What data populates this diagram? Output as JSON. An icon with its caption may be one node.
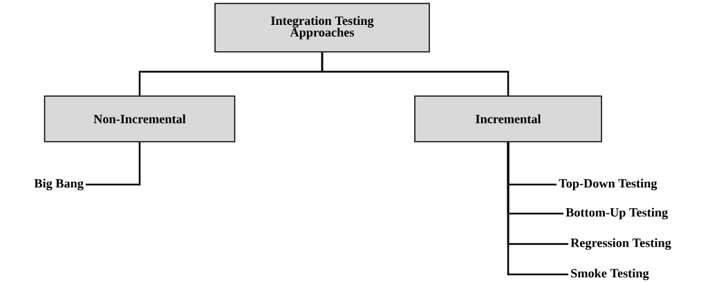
{
  "diagram": {
    "nodes": [
      {
        "text": [
          "Integration Testing Approaches"
        ]
      },
      {
        "text": [
          "Non-Incremental"
        ]
      },
      {
        "text": [
          "Incremental"
        ]
      },
      {
        "text": [
          "Big Bang"
        ]
      },
      {
        "text": [
          "Top-Down Testing"
        ]
      },
      {
        "text": [
          "Bottom-Up Testing"
        ]
      },
      {
        "text": [
          "Regression Testing"
        ]
      },
      {
        "text": [
          "Smoke Testing"
        ]
      }
    ],
    "edges": [
      {
        "from": 0,
        "to": 1,
        "arrow": "none"
      },
      {
        "from": 0,
        "to": 2,
        "arrow": "none"
      },
      {
        "from": 1,
        "to": 3,
        "arrow": "none"
      },
      {
        "from": 2,
        "to": 4,
        "arrow": "none"
      },
      {
        "from": 2,
        "to": 5,
        "arrow": "none"
      },
      {
        "from": 2,
        "to": 6,
        "arrow": "none"
      },
      {
        "from": 2,
        "to": 7,
        "arrow": "none"
      }
    ]
  }
}
